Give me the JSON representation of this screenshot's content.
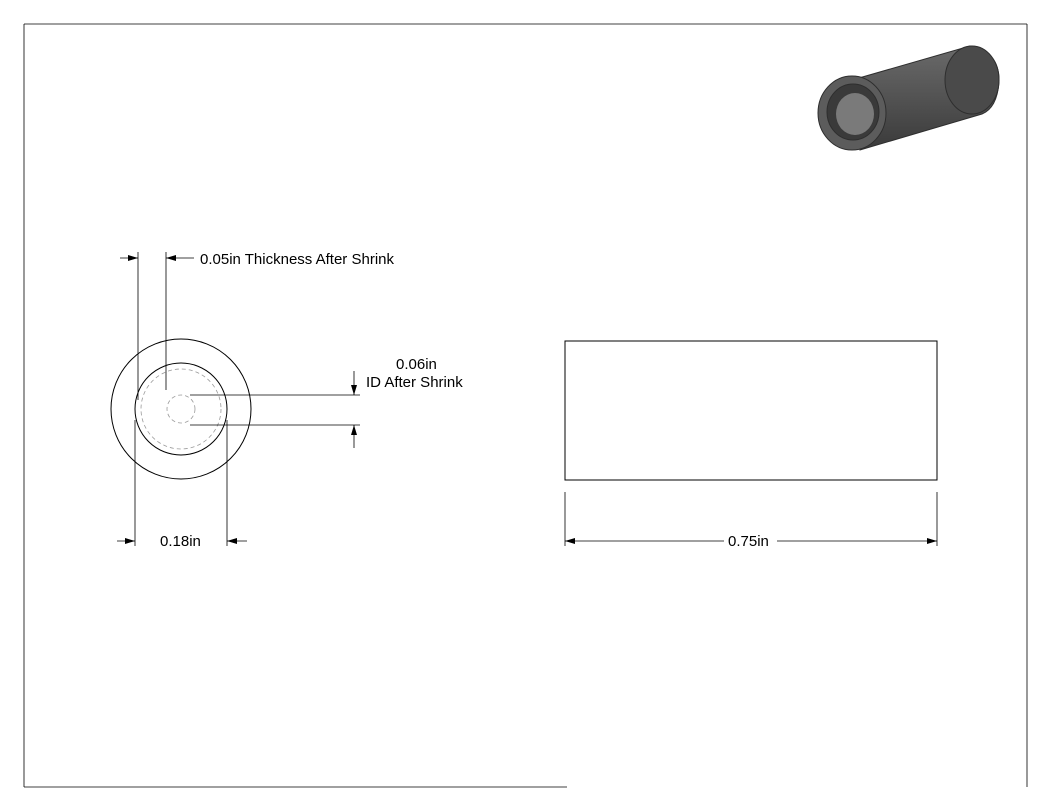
{
  "dimensions": {
    "thickness_label": "0.05in Thickness After Shrink",
    "id_value": "0.06in",
    "id_label": "ID After Shrink",
    "outer_diameter_label": "0.18in",
    "length_label": "0.75in"
  },
  "colors": {
    "line": "#000000",
    "hidden_line": "#9a9a9a",
    "tube_body": "#5a5a5a",
    "tube_dark": "#3c3c3c",
    "tube_inner": "#777777"
  }
}
